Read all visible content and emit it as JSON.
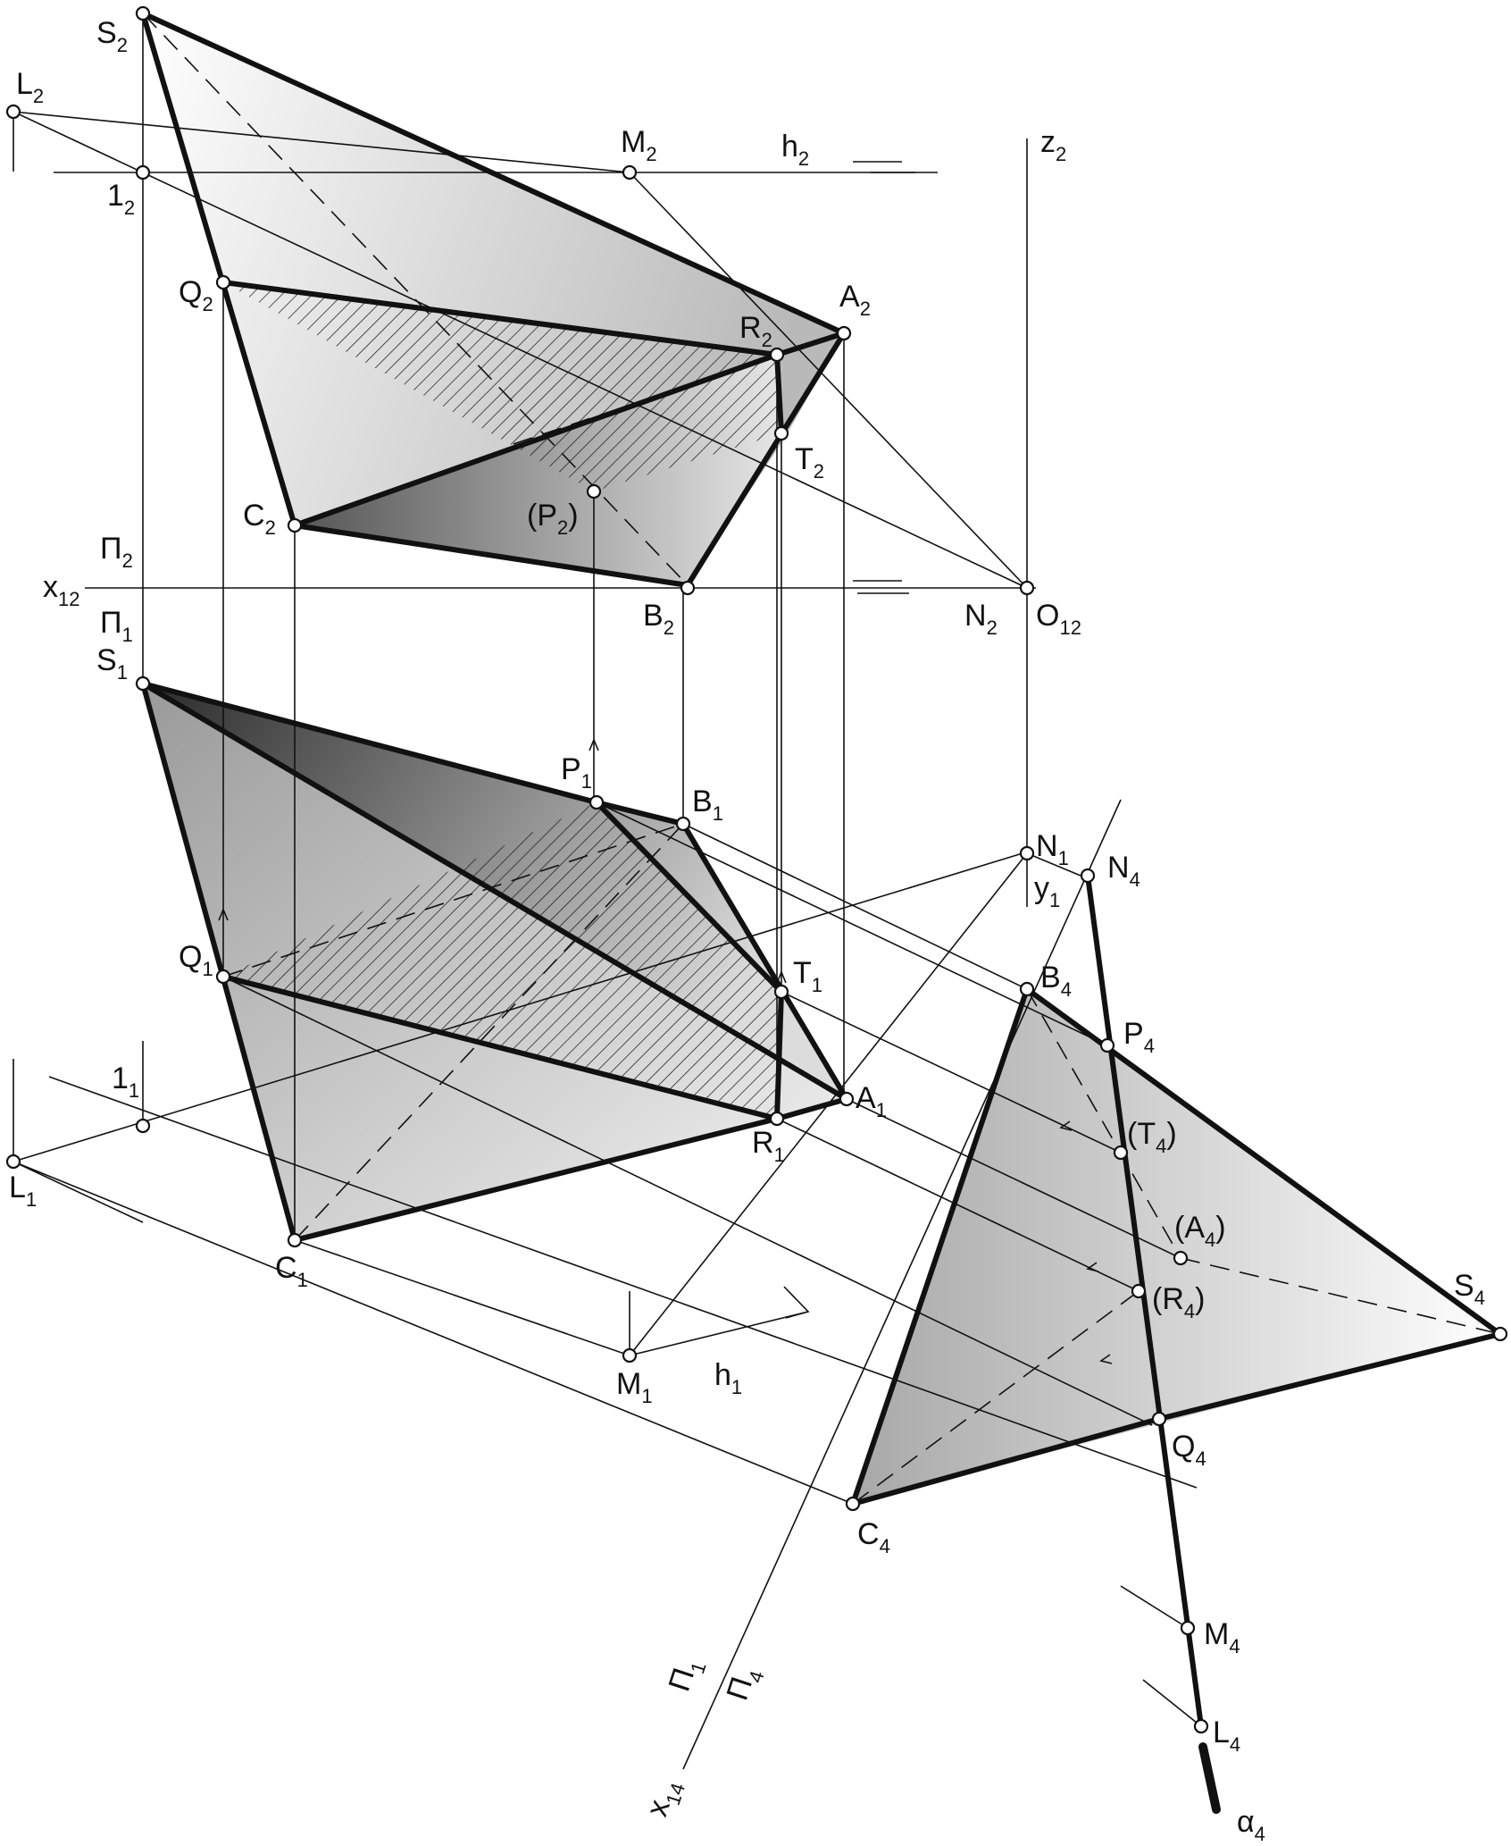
{
  "labels": [
    {
      "id": "S2",
      "main": "S",
      "sub": "2"
    },
    {
      "id": "L2",
      "main": "L",
      "sub": "2"
    },
    {
      "id": "M2",
      "main": "M",
      "sub": "2"
    },
    {
      "id": "h2",
      "main": "h",
      "sub": "2"
    },
    {
      "id": "z2",
      "main": "z",
      "sub": "2"
    },
    {
      "id": "one2",
      "main": "1",
      "sub": "2"
    },
    {
      "id": "Q2",
      "main": "Q",
      "sub": "2"
    },
    {
      "id": "A2",
      "main": "A",
      "sub": "2"
    },
    {
      "id": "R2",
      "main": "R",
      "sub": "2"
    },
    {
      "id": "T2",
      "main": "T",
      "sub": "2"
    },
    {
      "id": "C2",
      "main": "C",
      "sub": "2"
    },
    {
      "id": "P2",
      "main": "(P",
      "sub": "2",
      "tail": ")"
    },
    {
      "id": "Pi2",
      "main": "Π",
      "sub": "2"
    },
    {
      "id": "x12",
      "main": "x",
      "sub": "12"
    },
    {
      "id": "Pi1",
      "main": "Π",
      "sub": "1"
    },
    {
      "id": "B2",
      "main": "B",
      "sub": "2"
    },
    {
      "id": "N2",
      "main": "N",
      "sub": "2"
    },
    {
      "id": "O12",
      "main": "O",
      "sub": "12"
    },
    {
      "id": "S1",
      "main": "S",
      "sub": "1"
    },
    {
      "id": "P1",
      "main": "P",
      "sub": "1"
    },
    {
      "id": "B1",
      "main": "B",
      "sub": "1"
    },
    {
      "id": "N1",
      "main": "N",
      "sub": "1"
    },
    {
      "id": "N4",
      "main": "N",
      "sub": "4"
    },
    {
      "id": "y1",
      "main": "y",
      "sub": "1"
    },
    {
      "id": "Q1",
      "main": "Q",
      "sub": "1"
    },
    {
      "id": "T1",
      "main": "T",
      "sub": "1"
    },
    {
      "id": "B4",
      "main": "B",
      "sub": "4"
    },
    {
      "id": "P4",
      "main": "P",
      "sub": "4"
    },
    {
      "id": "one1",
      "main": "1",
      "sub": "1"
    },
    {
      "id": "A1",
      "main": "A",
      "sub": "1"
    },
    {
      "id": "R1",
      "main": "R",
      "sub": "1"
    },
    {
      "id": "T4",
      "main": "(T",
      "sub": "4",
      "tail": ")"
    },
    {
      "id": "L1",
      "main": "L",
      "sub": "1"
    },
    {
      "id": "C1",
      "main": "C",
      "sub": "1"
    },
    {
      "id": "A4",
      "main": "(A",
      "sub": "4",
      "tail": ")"
    },
    {
      "id": "R4",
      "main": "(R",
      "sub": "4",
      "tail": ")"
    },
    {
      "id": "S4",
      "main": "S",
      "sub": "4"
    },
    {
      "id": "M1",
      "main": "M",
      "sub": "1"
    },
    {
      "id": "h1",
      "main": "h",
      "sub": "1"
    },
    {
      "id": "Q4",
      "main": "Q",
      "sub": "4"
    },
    {
      "id": "C4",
      "main": "C",
      "sub": "4"
    },
    {
      "id": "M4",
      "main": "M",
      "sub": "4"
    },
    {
      "id": "L4",
      "main": "L",
      "sub": "4"
    },
    {
      "id": "alpha4",
      "main": "α",
      "sub": "4"
    },
    {
      "id": "x14",
      "main": "x",
      "sub": "14"
    },
    {
      "id": "Pi1b",
      "main": "Π",
      "sub": "1"
    },
    {
      "id": "Pi4",
      "main": "Π",
      "sub": "4"
    }
  ]
}
